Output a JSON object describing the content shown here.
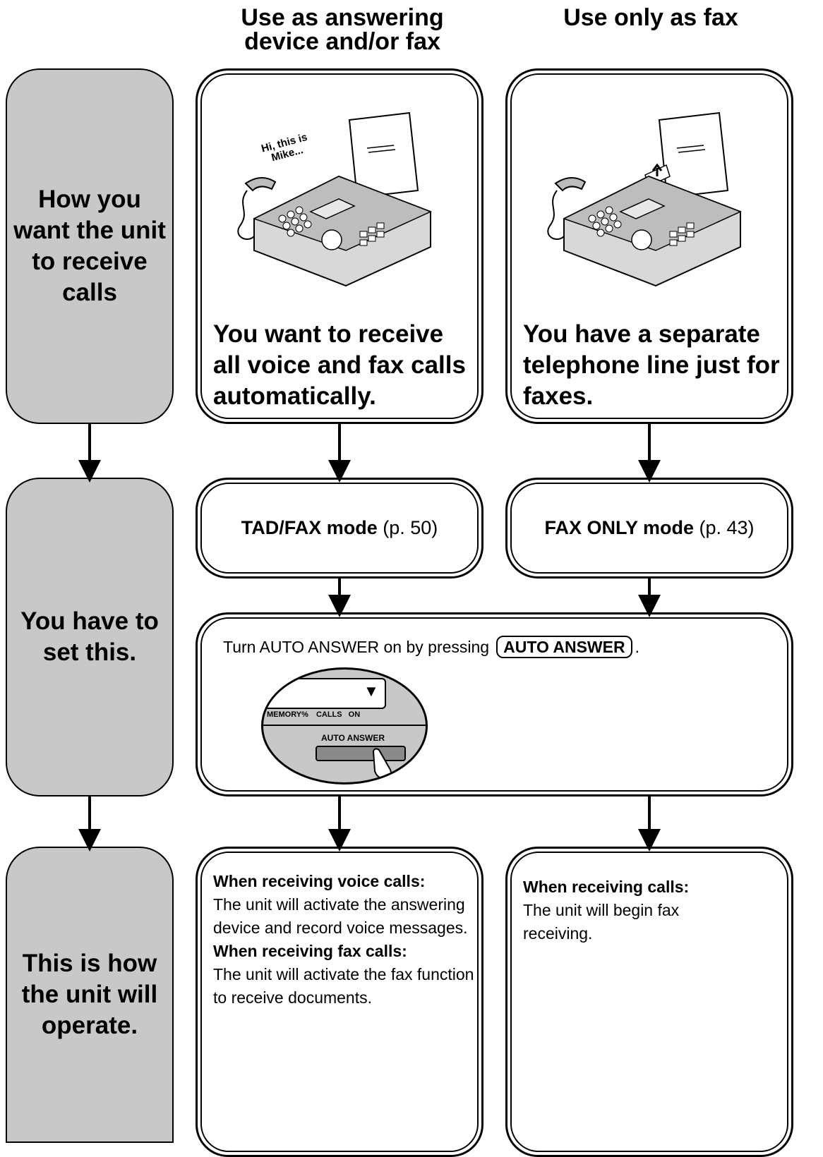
{
  "columns": {
    "left_header": "Use as answering device and/or fax",
    "right_header": "Use only as fax"
  },
  "side_labels": {
    "receive": "How you want the unit to receive calls",
    "set": "You have to set this.",
    "operate": "This is how the unit will operate."
  },
  "receive": {
    "left_text": "You want to receive all voice and fax calls automatically.",
    "right_text": "You have a separate telephone line just for faxes.",
    "speech_bubble": "Hi, this is Mike..."
  },
  "modes": {
    "left_name": "TAD/FAX mode",
    "left_page": "(p. 50)",
    "right_name": "FAX ONLY mode",
    "right_page": "(p. 43)"
  },
  "auto_answer": {
    "instruction": "Turn AUTO ANSWER on by pressing",
    "key_label": "AUTO ANSWER",
    "period": ".",
    "panel_labels": {
      "memory": "MEMORY%",
      "calls": "CALLS",
      "on": "ON",
      "button": "AUTO ANSWER",
      "indicator": "▼"
    }
  },
  "operate": {
    "left": [
      {
        "heading": "When receiving voice calls:",
        "text": "The unit will activate the answering device and record voice messages."
      },
      {
        "heading": "When receiving fax calls:",
        "text": "The unit will activate the fax function to receive documents."
      }
    ],
    "right": [
      {
        "heading": "When receiving calls:",
        "text": "The unit will begin fax receiving."
      }
    ]
  },
  "colors": {
    "side_fill": "#c8c8c8",
    "line": "#000000"
  }
}
